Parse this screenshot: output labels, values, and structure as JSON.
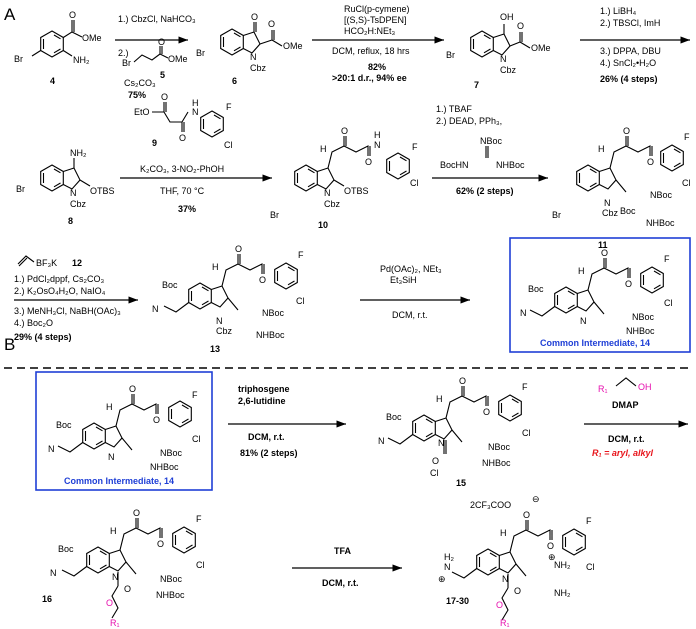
{
  "panels": {
    "a": "A",
    "b": "B"
  },
  "compounds": {
    "c4": "4",
    "c5": "5",
    "c6": "6",
    "c7": "7",
    "c8": "8",
    "c9": "9",
    "c10": "10",
    "c11": "11",
    "c12": "12",
    "c13": "13",
    "c14_box": "Common Intermediate, 14",
    "c15": "15",
    "c16": "16",
    "c17": "17-30"
  },
  "reagents": {
    "s1_line1": "1.) CbzCl, NaHCO₃",
    "s1_line2": "2.)",
    "s1_line3": "Cs₂CO₃",
    "s1_yield": "75%",
    "s2_line1": "RuCl(p-cymene)",
    "s2_line2": "[(S,S)-TsDPEN]",
    "s2_line3": "HCO₂H:NEt₃",
    "s2_line4": "DCM, reflux, 18 hrs",
    "s2_yield": "82%",
    "s2_sel": ">20:1 d.r., 94% ee",
    "s3_line1": "1.) LiBH₄",
    "s3_line2": "2.) TBSCl, ImH",
    "s3_line3": "3.) DPPA, DBU",
    "s3_line4": "4.) SnCl₂•H₂O",
    "s3_yield": "26% (4 steps)",
    "s4_line1": "K₂CO₃, 3-NO₂-PhOH",
    "s4_line2": "THF, 70 °C",
    "s4_yield": "37%",
    "s5_line1": "1.) TBAF",
    "s5_line2": "2.) DEAD, PPh₃,",
    "s5_yield": "62% (2 steps)",
    "s6_line1": "1.) PdCl₂dppf, Cs₂CO₃",
    "s6_line2": "2.) K₂OsO₄H₂O, NaIO₄",
    "s6_line3": "3.) MeNH₃Cl, NaBH(OAc)₃",
    "s6_line4": "4.) Boc₂O",
    "s6_yield": "29% (4 steps)",
    "s7_line1": "Pd(OAc)₂, NEt₃",
    "s7_line2": "Et₃SiH",
    "s7_line3": "DCM, r.t.",
    "b1_line1": "triphosgene",
    "b1_line2": "2,6-lutidine",
    "b1_line3": "DCM, r.t.",
    "b1_yield": "81% (2 steps)",
    "b2_line1": "DMAP",
    "b2_line2": "DCM, r.t.",
    "b2_r": "R₁ = aryl, alkyl",
    "b3_line1": "TFA",
    "b3_line2": "DCM, r.t."
  },
  "atoms": {
    "br": "Br",
    "nh2": "NH₂",
    "ome": "OMe",
    "o": "O",
    "n": "N",
    "cbz": "Cbz",
    "oh": "OH",
    "otbs": "OTBS",
    "eto": "EtO",
    "h": "H",
    "f": "F",
    "cl": "Cl",
    "nboc": "NBoc",
    "boc": "Boc",
    "bochn": "BocHN",
    "nhboc": "NHBoc",
    "bf3k": "BF₃K",
    "r1": "R₁",
    "oh_mag": "OH",
    "tfa_salt": "2CF₃COO",
    "minus": "⊖",
    "plus": "⊕",
    "h2": "H₂",
    "nh2b": "NH₂"
  },
  "colors": {
    "box": "#1f3fd6",
    "red": "#e8141b",
    "magenta": "#e60fae"
  }
}
